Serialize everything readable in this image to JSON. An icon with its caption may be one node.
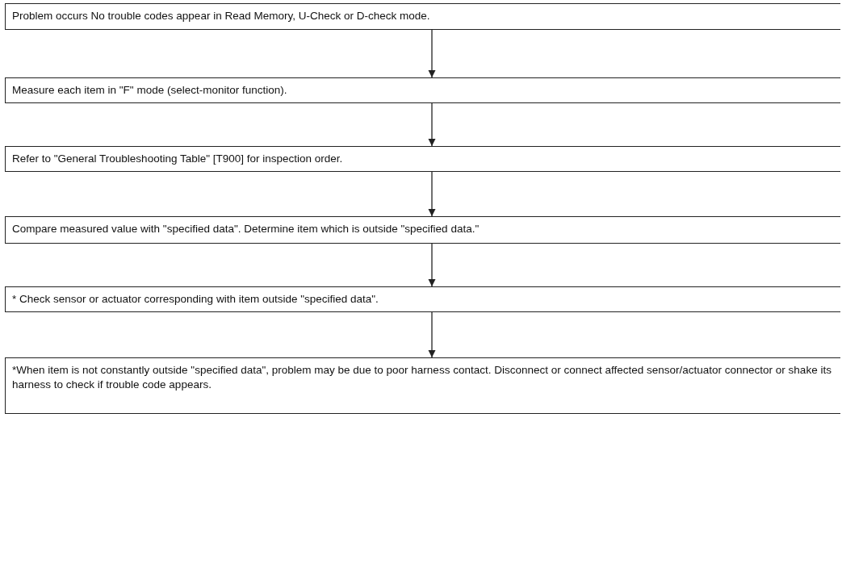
{
  "diagram": {
    "nodes": [
      {
        "text": [
          "Problem occurs No trouble codes appear in Read Memory, U-Check or D-check mode."
        ]
      },
      {
        "text": [
          "Measure each item in \"F\" mode (select-monitor function)."
        ]
      },
      {
        "text": [
          "Refer to \"General Troubleshooting Table\" [T900] for inspection order."
        ]
      },
      {
        "text": [
          "Compare measured value with \"specified data\". Determine item which is outside \"specified data.\""
        ]
      },
      {
        "text": [
          "* Check sensor or actuator corresponding with item outside \"specified data\"."
        ]
      },
      {
        "text": [
          "*When item is not constantly outside \"specified data\", problem may be due to poor harness contact. Disconnect or connect affected sensor/actuator connector or shake its harness to check if trouble code appears."
        ]
      }
    ],
    "edges": [
      {
        "from": 0,
        "to": 1,
        "arrow": "to"
      },
      {
        "from": 1,
        "to": 2,
        "arrow": "to"
      },
      {
        "from": 2,
        "to": 3,
        "arrow": "to"
      },
      {
        "from": 3,
        "to": 4,
        "arrow": "to"
      },
      {
        "from": 4,
        "to": 5,
        "arrow": "to"
      }
    ]
  }
}
